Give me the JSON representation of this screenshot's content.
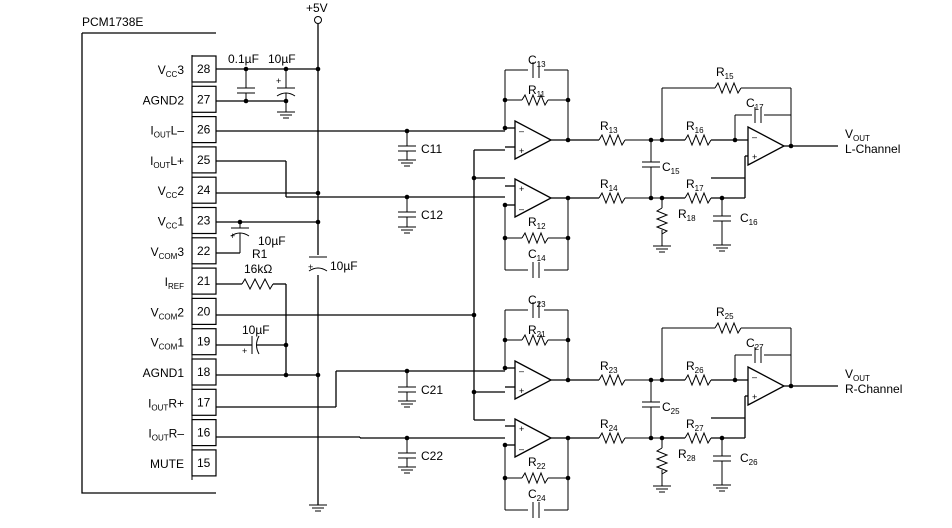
{
  "chip": {
    "name": "PCM1738E",
    "pins": [
      {
        "num": "28",
        "label": "VCC3"
      },
      {
        "num": "27",
        "label": "AGND2"
      },
      {
        "num": "26",
        "label": "IOUTL–"
      },
      {
        "num": "25",
        "label": "IOUTL+"
      },
      {
        "num": "24",
        "label": "VCC2"
      },
      {
        "num": "23",
        "label": "VCC1"
      },
      {
        "num": "22",
        "label": "VCOM3"
      },
      {
        "num": "21",
        "label": "IREF"
      },
      {
        "num": "20",
        "label": "VCOM2"
      },
      {
        "num": "19",
        "label": "VCOM1"
      },
      {
        "num": "18",
        "label": "AGND1"
      },
      {
        "num": "17",
        "label": "IOUTR+"
      },
      {
        "num": "16",
        "label": "IOUTR–"
      },
      {
        "num": "15",
        "label": "MUTE"
      }
    ]
  },
  "supply": "+5V",
  "values": {
    "c_01uf": "0.1µF",
    "c_10uf_a": "10µF",
    "c_10uf_b": "10µF",
    "c_10uf_c": "10µF",
    "c_10uf_d": "10µF",
    "r_16k": "16kΩ"
  },
  "components": {
    "R1": "R1",
    "C11": "C11",
    "C12": "C12",
    "C13": "C13",
    "R11": "R11",
    "R12": "R12",
    "C14": "C14",
    "R13": "R13",
    "R14": "R14",
    "C15": "C15",
    "R15": "R15",
    "R16": "R16",
    "R17": "R17",
    "R18": "R18",
    "C16": "C16",
    "C17": "C17",
    "C21": "C21",
    "C22": "C22",
    "C23": "C23",
    "R21": "R21",
    "R22": "R22",
    "C24": "C24",
    "R23": "R23",
    "R24": "R24",
    "C25": "C25",
    "R25": "R25",
    "R26": "R26",
    "R27": "R27",
    "R28": "R28",
    "C26": "C26",
    "C27": "C27"
  },
  "outputs": {
    "left_vout": "VOUT",
    "left_channel": "L-Channel",
    "right_vout": "VOUT",
    "right_channel": "R-Channel"
  }
}
